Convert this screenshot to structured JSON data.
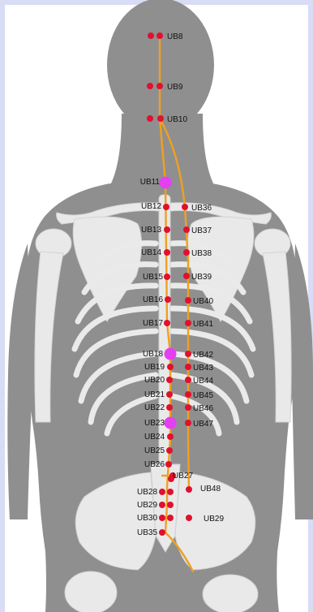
{
  "colors": {
    "frame": "#d9dcf5",
    "background": "#ffffff",
    "body": "#8f8f8f",
    "bone": "#e9e9e9",
    "channel_line": "#f0a020",
    "point": "#e0102e",
    "key_point": "#e43ff0"
  },
  "points": [
    {
      "label": "UB8",
      "key": false
    },
    {
      "label": "UB9",
      "key": false
    },
    {
      "label": "UB10",
      "key": false
    },
    {
      "label": "UB11",
      "key": true
    },
    {
      "label": "UB12",
      "key": false
    },
    {
      "label": "UB13",
      "key": false
    },
    {
      "label": "UB14",
      "key": false
    },
    {
      "label": "UB15",
      "key": false
    },
    {
      "label": "UB16",
      "key": false
    },
    {
      "label": "UB17",
      "key": false
    },
    {
      "label": "UB18",
      "key": true
    },
    {
      "label": "UB19",
      "key": false
    },
    {
      "label": "UB20",
      "key": false
    },
    {
      "label": "UB21",
      "key": false
    },
    {
      "label": "UB22",
      "key": false
    },
    {
      "label": "UB23",
      "key": true
    },
    {
      "label": "UB24",
      "key": false
    },
    {
      "label": "UB25",
      "key": false
    },
    {
      "label": "UB26",
      "key": false
    },
    {
      "label": "UB27",
      "key": false
    },
    {
      "label": "UB28",
      "key": false
    },
    {
      "label": "UB29",
      "key": false
    },
    {
      "label": "UB30",
      "key": false
    },
    {
      "label": "UB35",
      "key": false
    },
    {
      "label": "UB36",
      "key": false
    },
    {
      "label": "UB37",
      "key": false
    },
    {
      "label": "UB38",
      "key": false
    },
    {
      "label": "UB39",
      "key": false
    },
    {
      "label": "UB40",
      "key": false
    },
    {
      "label": "UB41",
      "key": false
    },
    {
      "label": "UB42",
      "key": false
    },
    {
      "label": "UB43",
      "key": false
    },
    {
      "label": "UB44",
      "key": false
    },
    {
      "label": "UB45",
      "key": false
    },
    {
      "label": "UB46",
      "key": false
    },
    {
      "label": "UB47",
      "key": false
    },
    {
      "label": "UB48",
      "key": false
    },
    {
      "label": "UB29",
      "key": false
    }
  ]
}
